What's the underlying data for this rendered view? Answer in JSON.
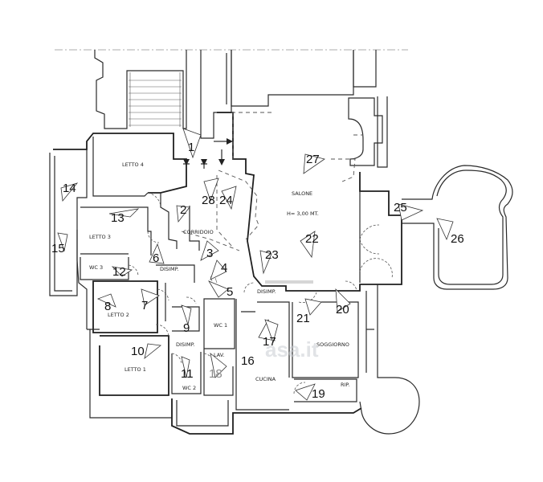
{
  "rooms": [
    {
      "id": "letto4",
      "label": "LETTO 4"
    },
    {
      "id": "salone",
      "label": "SALONE"
    },
    {
      "id": "salone_h",
      "label": "H= 3,00 MT."
    },
    {
      "id": "corridoio",
      "label": "CORRIDOIO"
    },
    {
      "id": "letto3",
      "label": "LETTO 3"
    },
    {
      "id": "wc3",
      "label": "WC 3"
    },
    {
      "id": "disimp1",
      "label": "DISIMP."
    },
    {
      "id": "disimp2",
      "label": "DISIMP."
    },
    {
      "id": "disimp3",
      "label": "DISIMP."
    },
    {
      "id": "letto2",
      "label": "LETTO 2"
    },
    {
      "id": "letto1",
      "label": "LETTO 1"
    },
    {
      "id": "wc1",
      "label": "WC 1"
    },
    {
      "id": "lav",
      "label": "LAV."
    },
    {
      "id": "wc2",
      "label": "WC 2"
    },
    {
      "id": "cucina",
      "label": "CUCINA"
    },
    {
      "id": "soggiorno",
      "label": "SOGGIORNO"
    },
    {
      "id": "rip",
      "label": "RIP."
    }
  ],
  "photo_points": [
    {
      "n": "1"
    },
    {
      "n": "2"
    },
    {
      "n": "3"
    },
    {
      "n": "4"
    },
    {
      "n": "5"
    },
    {
      "n": "6"
    },
    {
      "n": "7"
    },
    {
      "n": "8"
    },
    {
      "n": "9"
    },
    {
      "n": "10"
    },
    {
      "n": "11"
    },
    {
      "n": "12"
    },
    {
      "n": "13"
    },
    {
      "n": "14"
    },
    {
      "n": "15"
    },
    {
      "n": "16"
    },
    {
      "n": "17"
    },
    {
      "n": "18"
    },
    {
      "n": "19"
    },
    {
      "n": "20"
    },
    {
      "n": "21"
    },
    {
      "n": "22"
    },
    {
      "n": "23"
    },
    {
      "n": "24"
    },
    {
      "n": "25"
    },
    {
      "n": "26"
    },
    {
      "n": "27"
    },
    {
      "n": "28"
    }
  ],
  "watermark": "asa.it"
}
